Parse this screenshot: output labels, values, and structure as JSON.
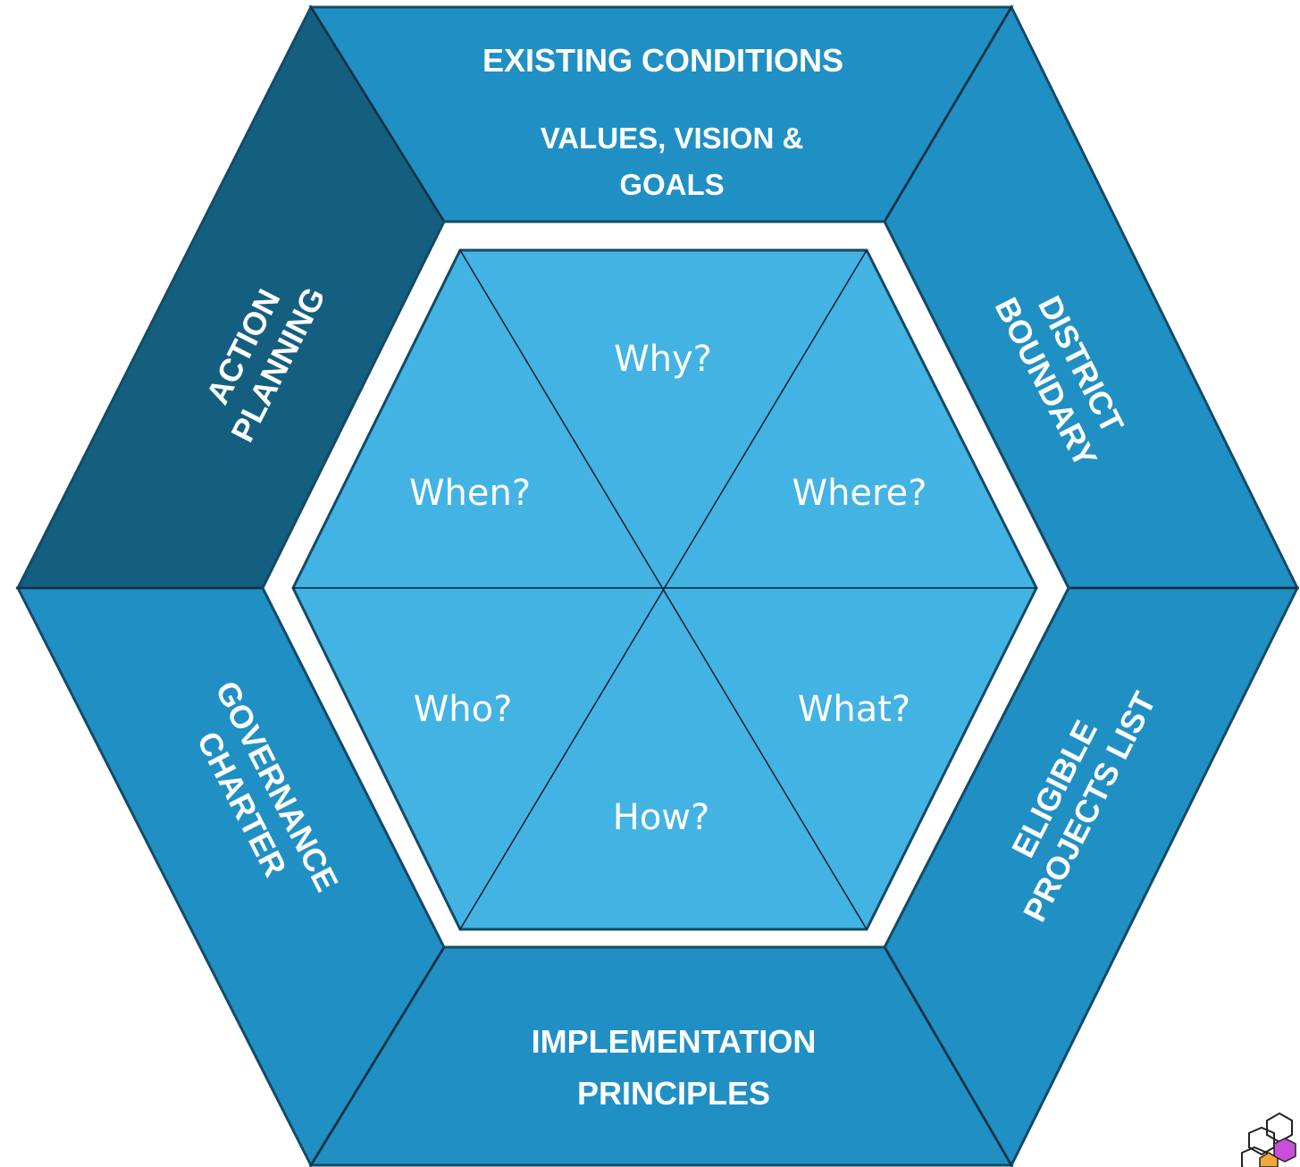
{
  "outer_segments": {
    "top": {
      "line1": "EXISTING CONDITIONS",
      "line2": "VALUES, VISION &",
      "line3": "GOALS"
    },
    "upper_right": {
      "line1": "DISTRICT",
      "line2": "BOUNDARY"
    },
    "lower_right": {
      "line1": "ELIGIBLE",
      "line2": "PROJECTS LIST"
    },
    "bottom": {
      "line1": "IMPLEMENTATION",
      "line2": "PRINCIPLES"
    },
    "lower_left": {
      "line1": "GOVERNANCE",
      "line2": "CHARTER"
    },
    "upper_left": {
      "line1": "ACTION",
      "line2": "PLANNING"
    }
  },
  "inner_questions": {
    "top": "Why?",
    "upper_right": "Where?",
    "lower_right": "What?",
    "bottom": "How?",
    "lower_left": "Who?",
    "upper_left": "When?"
  },
  "colors": {
    "segment": "#2090c4",
    "segment_dark": "#145f80",
    "inner": "#43b3e3",
    "stroke": "#144a66",
    "ring": "#ffffff"
  },
  "logo": {
    "icon": "hexagon-cluster-logo-icon"
  }
}
